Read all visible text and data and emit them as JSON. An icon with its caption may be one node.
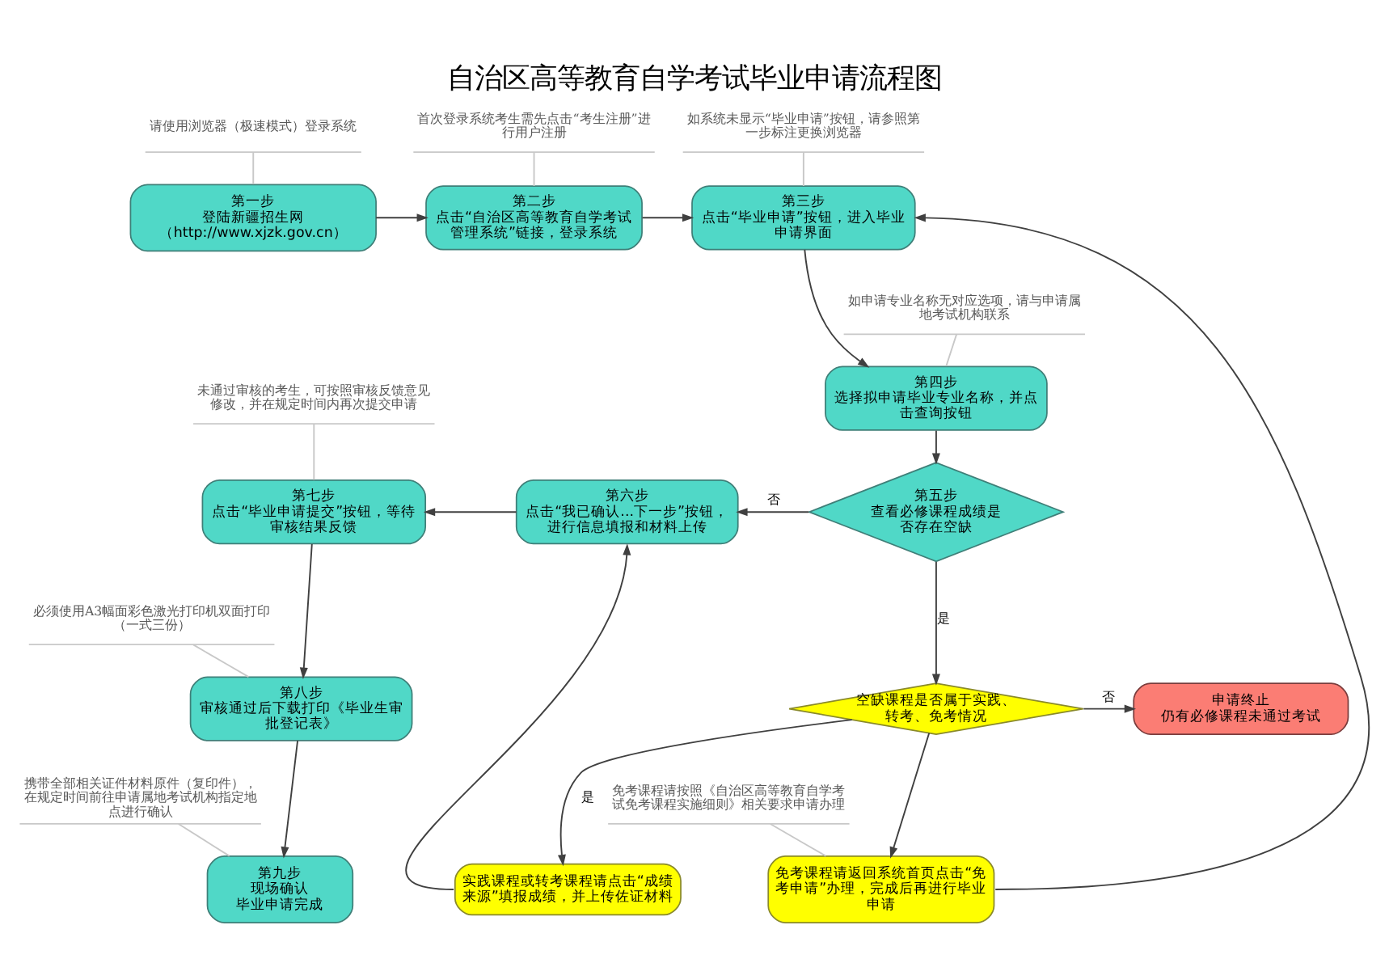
{
  "diagram": {
    "title": "自治区高等教育自学考试毕业申请流程图",
    "nodes": [
      {
        "text": [
          "请使用浏览器（极速模式）登录系统"
        ]
      },
      {
        "text": [
          "首次登录系统考生需先点击“考生注册”进行用户注册"
        ]
      },
      {
        "text": [
          "如系统未显示“毕业申请”按钮，请参照第一步标注更换浏览器"
        ]
      },
      {
        "text": [
          "第一步",
          "登陆新疆招生网",
          "（http://www.xjzk.gov.cn）"
        ]
      },
      {
        "text": [
          "第二步",
          "点击“自治区高等教育自学考试管理系统”链接，登录系统"
        ]
      },
      {
        "text": [
          "第三步",
          "点击“毕业申请”按钮，进入毕业申请界面"
        ]
      },
      {
        "text": [
          "未通过审核的考生，可按照审核反馈意见修改，并在规定时间内再次提交申请"
        ]
      },
      {
        "text": [
          "如申请专业名称无对应选项，请与申请属地考试机构联系"
        ]
      },
      {
        "text": [
          "第七步",
          "点击“毕业申请提交”按钮，等待审核结果反馈"
        ]
      },
      {
        "text": [
          "第六步",
          "点击“我已确认...下一步”按钮，进行信息填报和材料上传"
        ]
      },
      {
        "text": [
          "第五步",
          "查看必修课程成绩是否存在空缺"
        ]
      },
      {
        "text": [
          "第四步",
          "选择拟申请毕业专业名称，并点击查询按钮"
        ]
      },
      {
        "text": [
          "必须使用A3幅面彩色激光打印机双面打印（一式三份）"
        ]
      },
      {
        "text": [
          "第八步",
          "审核通过后下载打印《毕业生审批登记表》"
        ]
      },
      {
        "text": [
          "空缺课程是否属于实践、转考、免考情况"
        ]
      },
      {
        "text": [
          "申请终止",
          "仍有必修课程未通过考试"
        ]
      },
      {
        "text": [
          "携带全部相关证件材料原件（复印件），在规定时间前往申请属地考试机构指定地点进行确认"
        ]
      },
      {
        "text": [
          "免考课程请按照《自治区高等教育自学考试免考课程实施细则》相关要求申请办理"
        ]
      },
      {
        "text": [
          "第九步",
          "现场确认",
          "毕业申请完成"
        ]
      },
      {
        "text": [
          "实践课程或转考课程请点击“成绩来源”填报成绩，并上传佐证材料"
        ]
      },
      {
        "text": [
          "免考课程请返回系统首页点击“免考申请”办理，完成后再进行毕业申请"
        ]
      }
    ],
    "edges": [
      {
        "from": 3,
        "to": 4,
        "arrow": "to"
      },
      {
        "from": 4,
        "to": 5,
        "arrow": "to"
      },
      {
        "from": 5,
        "to": 11,
        "arrow": "to"
      },
      {
        "from": 11,
        "to": 10,
        "arrow": "to"
      },
      {
        "from": 10,
        "to": 9,
        "arrow": "to",
        "label": "否"
      },
      {
        "from": 9,
        "to": 8,
        "arrow": "to"
      },
      {
        "from": 8,
        "to": 13,
        "arrow": "to"
      },
      {
        "from": 13,
        "to": 18,
        "arrow": "to"
      },
      {
        "from": 10,
        "to": 14,
        "arrow": "to",
        "label": "是"
      },
      {
        "from": 14,
        "to": 15,
        "arrow": "to",
        "label": "否"
      },
      {
        "from": 14,
        "to": 19,
        "arrow": "to",
        "label": "是"
      },
      {
        "from": 14,
        "to": 20,
        "arrow": "to"
      },
      {
        "from": 19,
        "to": 9,
        "arrow": "to"
      },
      {
        "from": 20,
        "to": 5,
        "arrow": "to"
      },
      {
        "from": 0,
        "to": 3,
        "arrow": "none",
        "color": "#c8c8c8"
      },
      {
        "from": 1,
        "to": 4,
        "arrow": "none",
        "color": "#c8c8c8"
      },
      {
        "from": 2,
        "to": 5,
        "arrow": "none",
        "color": "#c8c8c8"
      },
      {
        "from": 7,
        "to": 11,
        "arrow": "none",
        "color": "#c8c8c8"
      },
      {
        "from": 6,
        "to": 8,
        "arrow": "none",
        "color": "#c8c8c8"
      },
      {
        "from": 12,
        "to": 13,
        "arrow": "none",
        "color": "#c8c8c8"
      },
      {
        "from": 16,
        "to": 18,
        "arrow": "none",
        "color": "#c8c8c8"
      },
      {
        "from": 17,
        "to": 20,
        "arrow": "none",
        "color": "#c8c8c8"
      }
    ]
  }
}
